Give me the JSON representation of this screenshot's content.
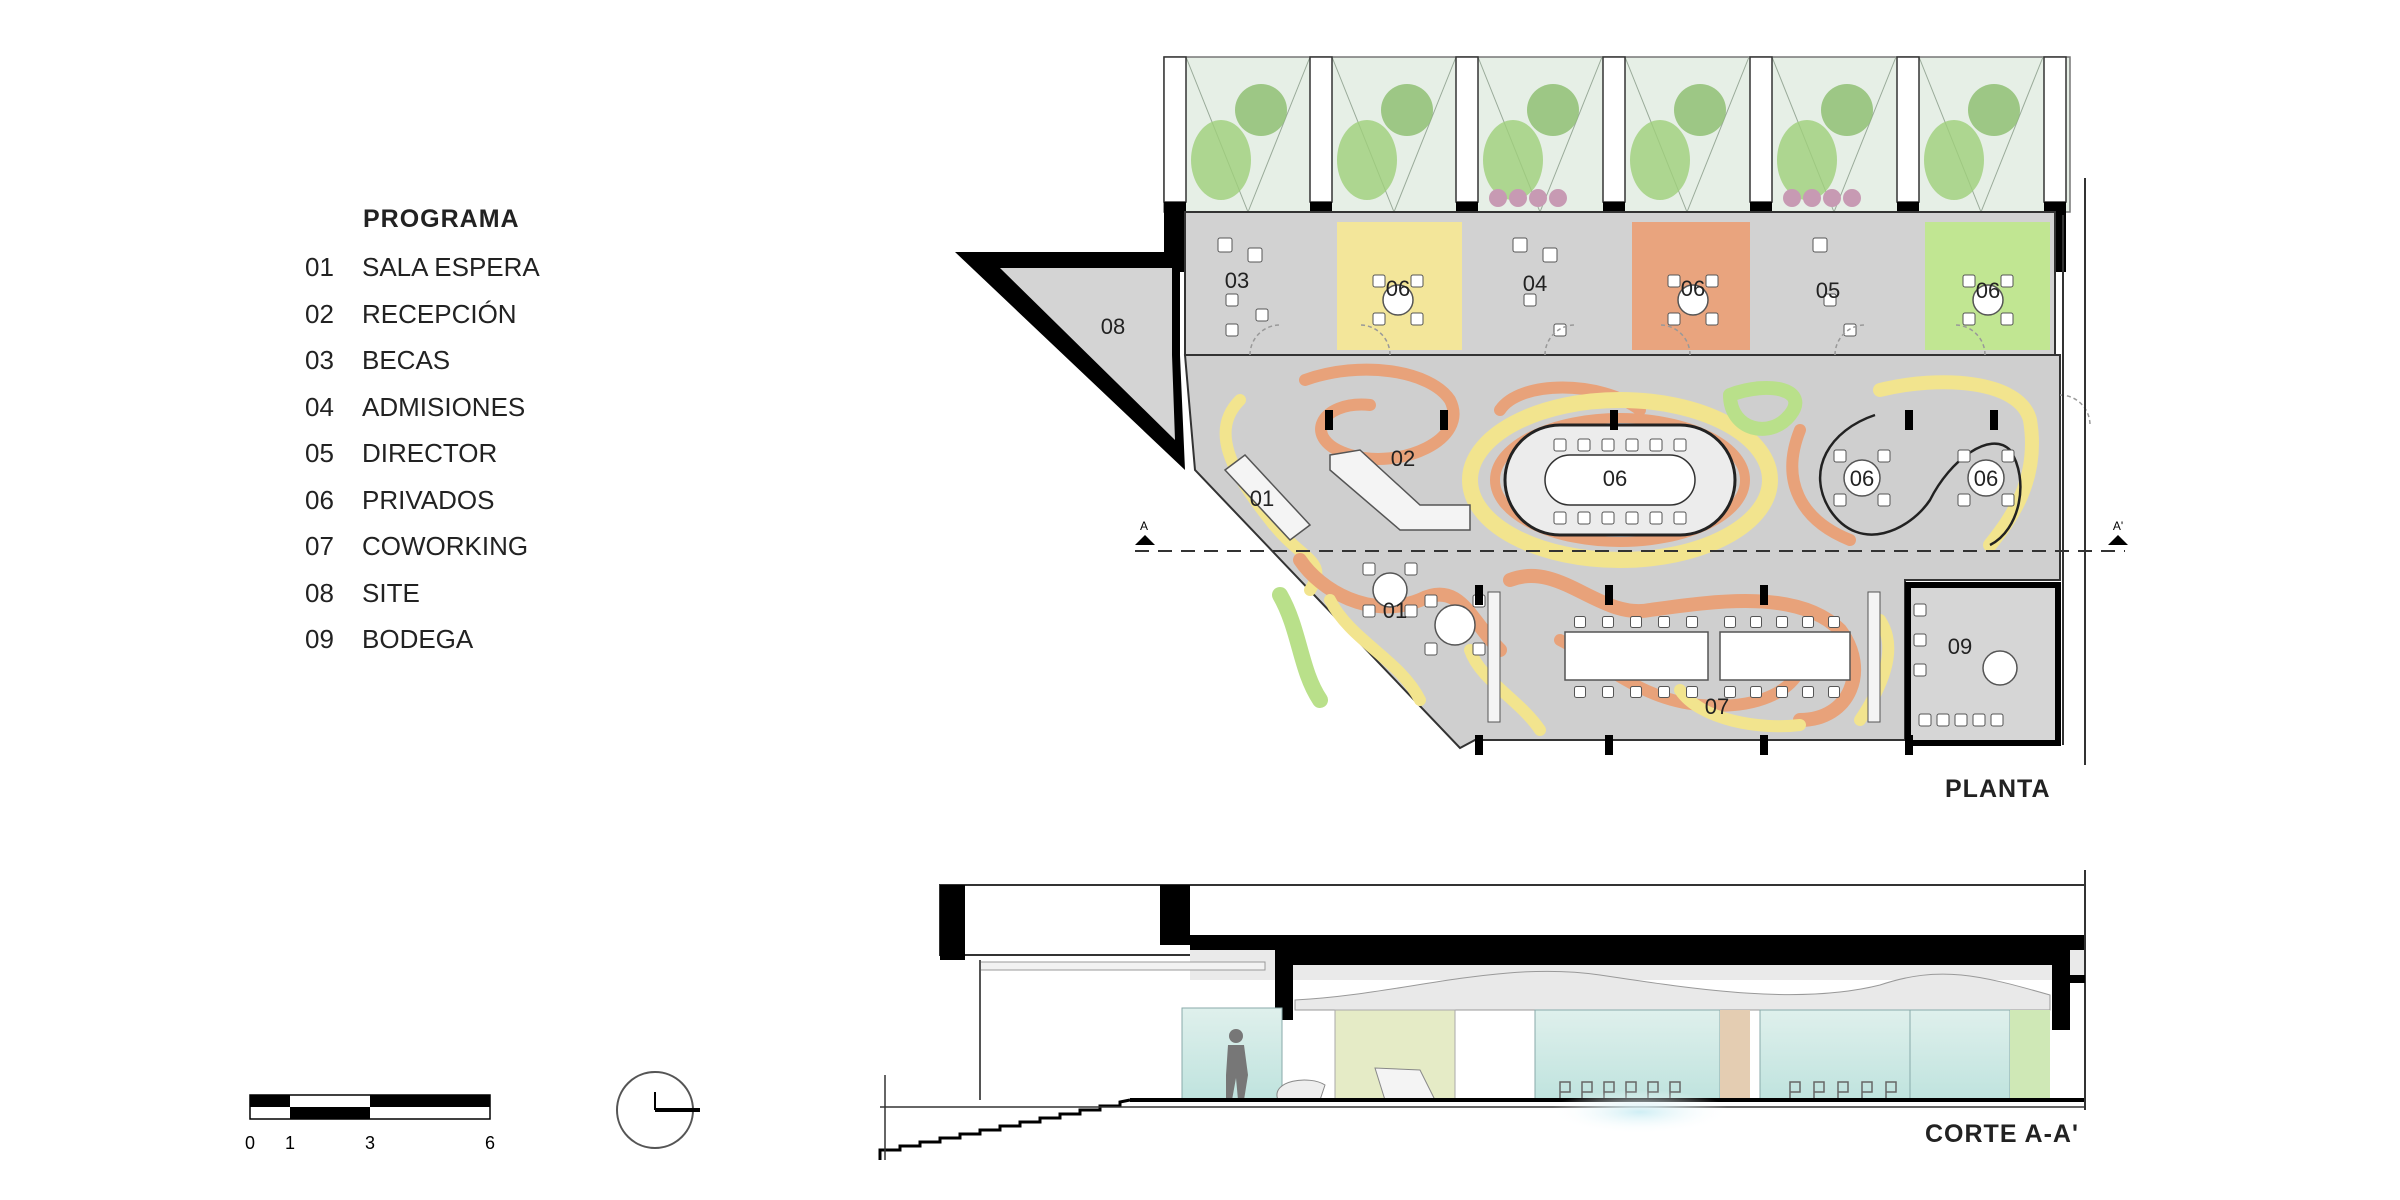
{
  "legend": {
    "title": "PROGRAMA",
    "items": [
      {
        "num": "01",
        "name": "SALA ESPERA"
      },
      {
        "num": "02",
        "name": "RECEPCIÓN"
      },
      {
        "num": "03",
        "name": "BECAS"
      },
      {
        "num": "04",
        "name": "ADMISIONES"
      },
      {
        "num": "05",
        "name": "DIRECTOR"
      },
      {
        "num": "06",
        "name": "PRIVADOS"
      },
      {
        "num": "07",
        "name": "COWORKING"
      },
      {
        "num": "08",
        "name": "SITE"
      },
      {
        "num": "09",
        "name": "BODEGA"
      }
    ]
  },
  "plan": {
    "label": "PLANTA",
    "room_labels": [
      "03",
      "06",
      "04",
      "06",
      "05",
      "06",
      "08",
      "02",
      "06",
      "06",
      "06",
      "01",
      "01",
      "09",
      "07"
    ],
    "section_marker_left": "A",
    "section_marker_right": "A'"
  },
  "section": {
    "label": "CORTE A-A'"
  },
  "scale_bar": {
    "ticks": [
      "0",
      "1",
      "3",
      "6"
    ]
  },
  "colors": {
    "orange": "#e8a27a",
    "yellow": "#f2e48e",
    "green": "#b9e08a",
    "floor_gray": "#cfcfcf",
    "wall": "#000000",
    "planter": "#e6efe6"
  }
}
